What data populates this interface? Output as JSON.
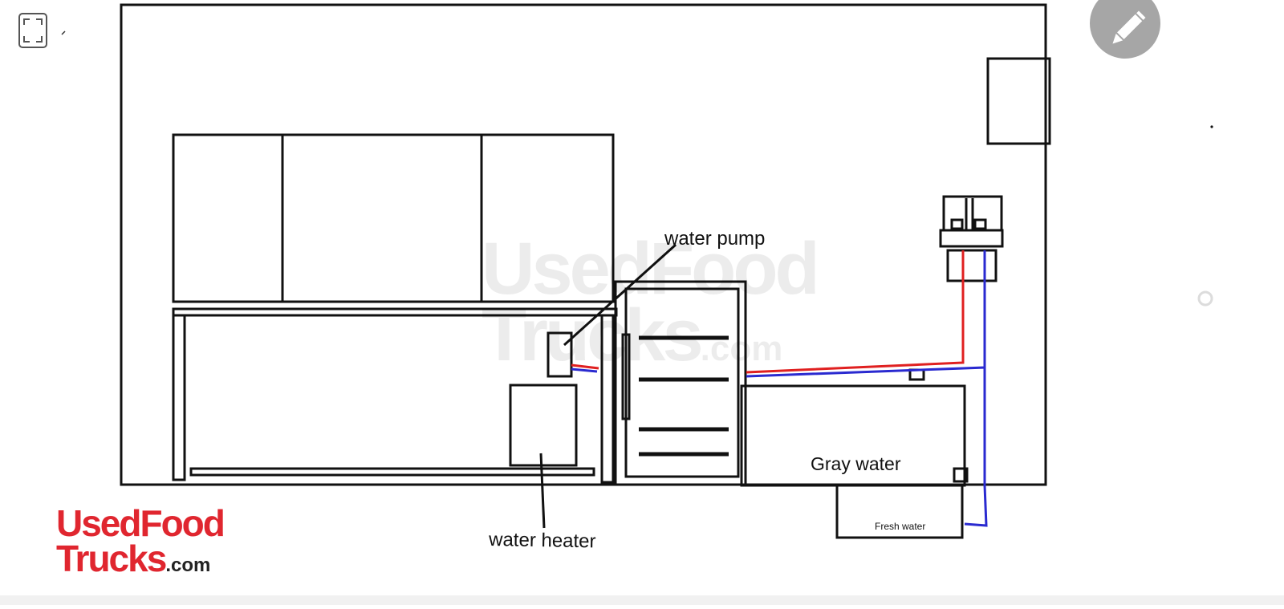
{
  "labels": {
    "water_pump": "water pump",
    "water_heater": "water heater",
    "gray_water": "Gray water",
    "fresh_water": "Fresh water"
  },
  "logo": {
    "line1": "UsedFood",
    "line2": "Trucks",
    "domain": ".com"
  },
  "watermark": {
    "line1": "UsedFood",
    "line2": "Trucks",
    "domain": ".com"
  },
  "controls": {
    "expand_icon": "expand-icon",
    "edit_icon": "pencil-icon"
  },
  "colors": {
    "outline": "#111111",
    "hot_line": "#e02020",
    "cold_line": "#2a2ad0",
    "logo_red": "#e0262f",
    "edit_button": "#a6a6a6"
  }
}
